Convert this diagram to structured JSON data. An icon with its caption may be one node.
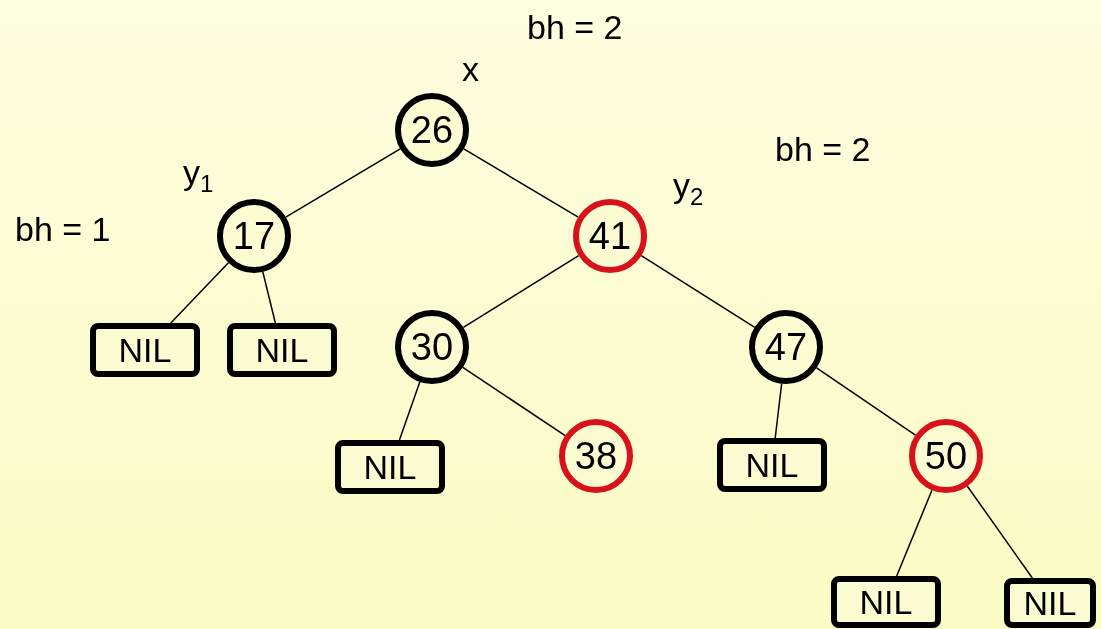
{
  "diagram": {
    "nodes": [
      {
        "text": [
          "26"
        ]
      },
      {
        "text": [
          "17"
        ]
      },
      {
        "text": [
          "41"
        ]
      },
      {
        "text": [
          "NIL"
        ]
      },
      {
        "text": [
          "NIL"
        ]
      },
      {
        "text": [
          "30"
        ]
      },
      {
        "text": [
          "47"
        ]
      },
      {
        "text": [
          "NIL"
        ]
      },
      {
        "text": [
          "38"
        ]
      },
      {
        "text": [
          "NIL"
        ]
      },
      {
        "text": [
          "50"
        ]
      },
      {
        "text": [
          "NIL"
        ]
      },
      {
        "text": [
          "NIL"
        ]
      }
    ],
    "edges": [
      {
        "from": 0,
        "to": 1,
        "arrow": "none"
      },
      {
        "from": 0,
        "to": 2,
        "arrow": "none"
      },
      {
        "from": 1,
        "to": 3,
        "arrow": "none"
      },
      {
        "from": 1,
        "to": 4,
        "arrow": "none"
      },
      {
        "from": 2,
        "to": 5,
        "arrow": "none"
      },
      {
        "from": 2,
        "to": 6,
        "arrow": "none"
      },
      {
        "from": 5,
        "to": 7,
        "arrow": "none"
      },
      {
        "from": 5,
        "to": 8,
        "arrow": "none"
      },
      {
        "from": 6,
        "to": 9,
        "arrow": "none"
      },
      {
        "from": 6,
        "to": 10,
        "arrow": "none"
      },
      {
        "from": 10,
        "to": 11,
        "arrow": "none"
      },
      {
        "from": 10,
        "to": 12,
        "arrow": "none"
      }
    ],
    "labels": [
      "bh = 2",
      "x",
      "bh = 2",
      "y$_{1}$",
      "y$_{2}$",
      "bh = 1"
    ]
  }
}
